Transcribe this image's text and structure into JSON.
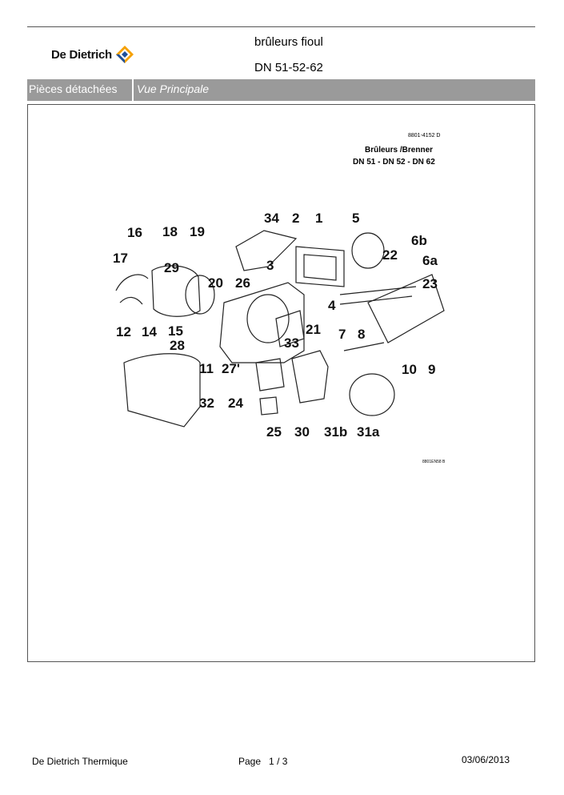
{
  "header": {
    "logo_text": "De Dietrich",
    "title_line1": "brûleurs fioul",
    "title_line2": "DN 51-52-62"
  },
  "section": {
    "left_label": "Pièces détachées",
    "right_label": "Vue Principale"
  },
  "drawing": {
    "ref": "8801-4152 D",
    "title_line1": "Brûleurs /Brenner",
    "title_line2": "DN 51 - DN 52 - DN 62",
    "code": "8801EN58 B",
    "part_numbers": [
      "34",
      "2",
      "1",
      "5",
      "16",
      "18",
      "19",
      "6b",
      "17",
      "29",
      "3",
      "22",
      "6a",
      "20",
      "26",
      "23",
      "4",
      "12",
      "14",
      "15",
      "21",
      "7",
      "8",
      "28",
      "33",
      "11",
      "27'",
      "10",
      "9",
      "32",
      "24",
      "25",
      "30",
      "31b",
      "31a"
    ]
  },
  "footer": {
    "company": "De Dietrich Thermique",
    "page_label": "Page",
    "page_current": "1",
    "page_sep": "/",
    "page_total": "3",
    "date": "03/06/2013"
  }
}
